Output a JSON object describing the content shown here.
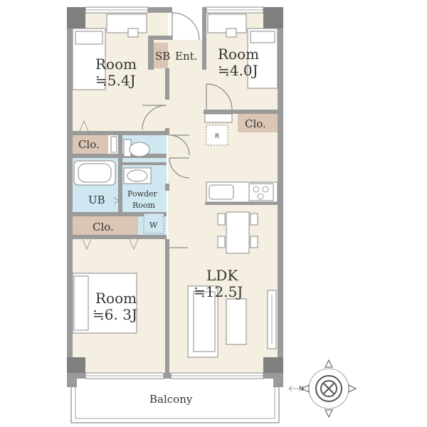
{
  "rooms": {
    "room_nw": {
      "name": "Room",
      "size": "≒5.4J"
    },
    "room_ne": {
      "name": "Room",
      "size": "≒4.0J"
    },
    "room_sw": {
      "name": "Room",
      "size": "≒6. 3J"
    },
    "ldk": {
      "name": "LDK",
      "size": "≒12.5J"
    }
  },
  "labels": {
    "sb": "SB",
    "ent": "Ent.",
    "clo_upper_left": "Clo.",
    "clo_upper_right": "Clo.",
    "clo_lower_left": "Clo.",
    "ub": "UB",
    "powder_line1": "Powder",
    "powder_line2": "Room",
    "washer": "W",
    "refrigerator": "R",
    "balcony": "Balcony"
  },
  "compass": {
    "north_label": "N"
  },
  "colors": {
    "floor": "#f4efe0",
    "wet_area": "#cfe7f1",
    "closet": "#dbc5b4",
    "wall": "#9a9a9a"
  }
}
